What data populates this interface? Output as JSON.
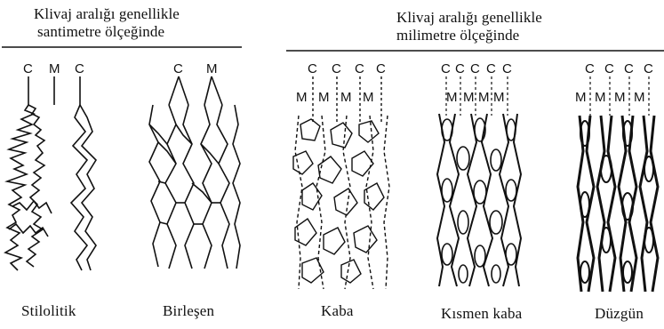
{
  "headers": {
    "left_line1": "Klivaj aralığı genellikle",
    "left_line2": "santimetre ölçeğinde",
    "right_line1": "Klivaj aralığı genellikle",
    "right_line2": "milimetre ölçeğinde"
  },
  "marker_letters": {
    "cleavage": "C",
    "microlithon": "M"
  },
  "panels": [
    {
      "label": "Stilolitik"
    },
    {
      "label": "Birleşen"
    },
    {
      "label": "Kaba"
    },
    {
      "label": "Kısmen kaba"
    },
    {
      "label": "Düzgün"
    }
  ]
}
